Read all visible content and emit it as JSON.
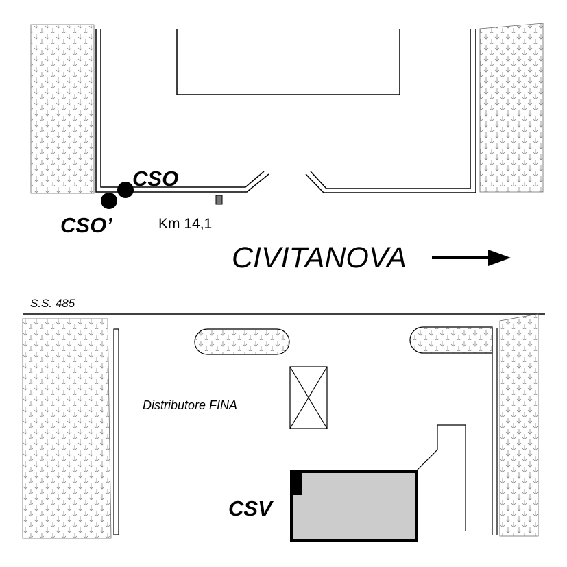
{
  "labels": {
    "cso": "CSO",
    "cso_prime": "CSO’",
    "km": "Km 14,1",
    "direction": "CIVITANOVA",
    "road": "S.S. 485",
    "station": "Distributore FINA",
    "csv": "CSV"
  },
  "icons": {
    "arrow": "arrow-right-icon",
    "vegetation": "vegetation-hatch"
  },
  "colors": {
    "line": "#000000",
    "building_fill": "#cccccc",
    "marker": "#777777",
    "hatch": "#888888"
  }
}
